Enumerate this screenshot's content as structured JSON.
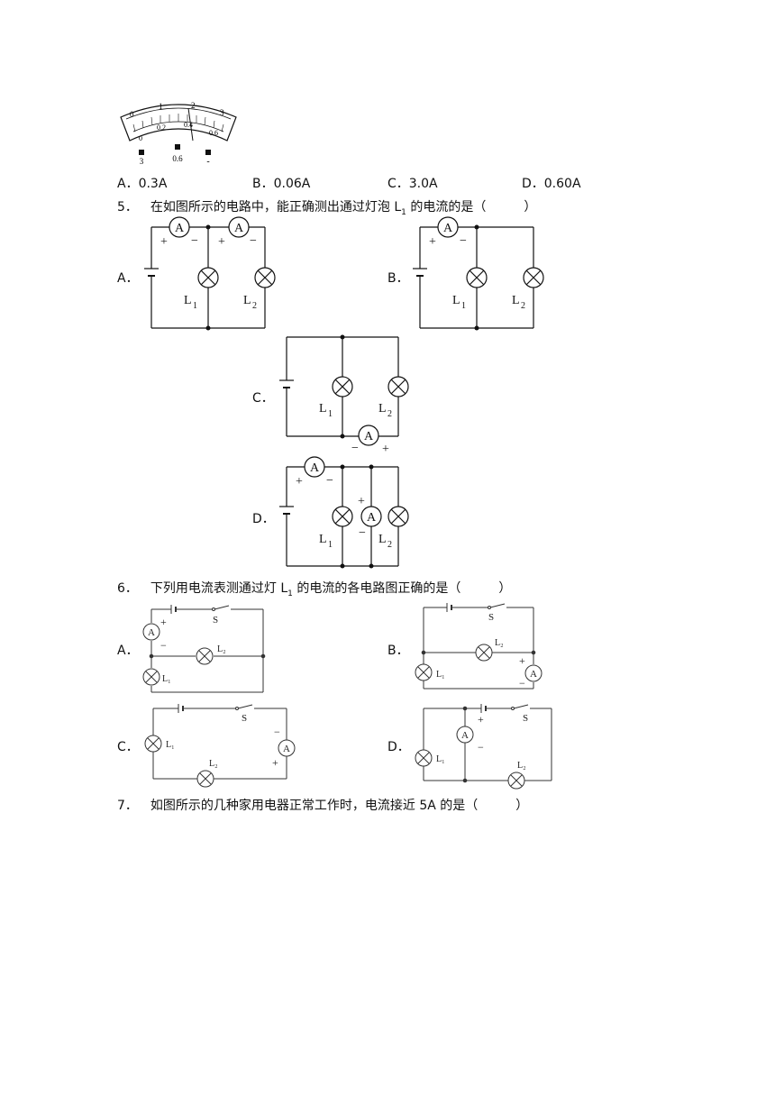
{
  "q4": {
    "meter": {
      "top_scale": [
        "0",
        "1",
        "2",
        "3"
      ],
      "bottom_scale": [
        "0",
        "0.2",
        "0.4",
        "0.6"
      ],
      "terminals": [
        "3",
        "0.6",
        "-"
      ]
    },
    "options": [
      "A．0.3A",
      "B．0.06A",
      "C．3.0A",
      "D．0.60A"
    ]
  },
  "q5": {
    "number": "5．",
    "text_pre": "在如图所示的电路中，能正确测出通过灯泡 L",
    "sub": "1",
    "text_post": " 的电流的是（　　　）",
    "labels": [
      "A．",
      "B．",
      "C．",
      "D．"
    ],
    "meter_letter": "A",
    "lamp1": "L",
    "lamp2": "L",
    "sub1": "1",
    "sub2": "2",
    "plus": "+",
    "minus": "−"
  },
  "q6": {
    "number": "6．",
    "text_pre": "下列用电流表测通过灯 L",
    "sub": "1",
    "text_post": " 的电流的各电路图正确的是（　　　）",
    "labels": [
      "A．",
      "B．",
      "C．",
      "D．"
    ],
    "switch": "S",
    "lamp1": "L₁",
    "lamp2": "L₂",
    "meter_letter": "A",
    "plus": "+",
    "minus": "−"
  },
  "q7": {
    "number": "7．",
    "text": "如图所示的几种家用电器正常工作时，电流接近 5A 的是（　　　）"
  }
}
